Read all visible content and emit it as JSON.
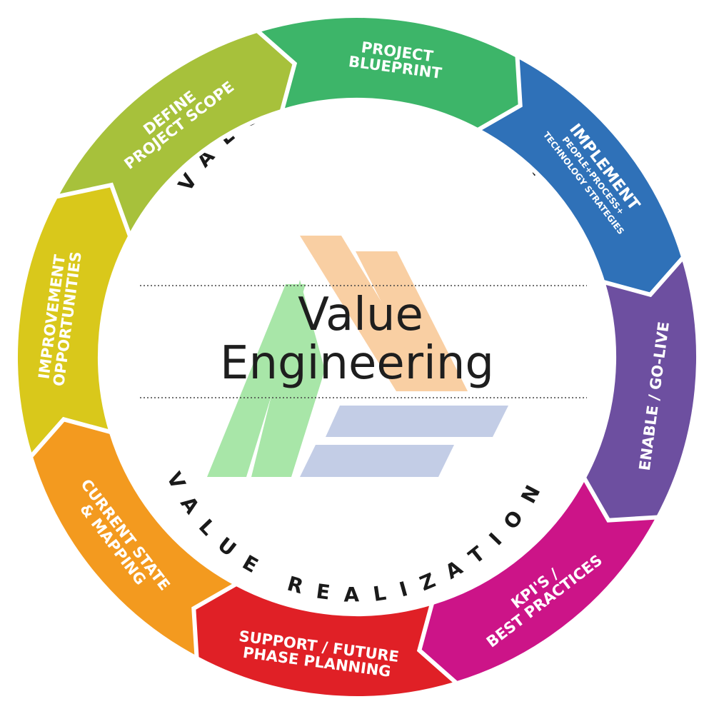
{
  "diagram": {
    "center": {
      "line1": "Value",
      "line2": "Engineering"
    },
    "ring_top_text": "VALUE DISCOVERY",
    "ring_bottom_text": "VALUE REALIZATION",
    "segments": [
      {
        "id": "define-project-scope",
        "lines": [
          "DEFINE",
          "PROJECT SCOPE"
        ],
        "color": "#a7c13b"
      },
      {
        "id": "project-blueprint",
        "lines": [
          "PROJECT",
          "BLUEPRINT"
        ],
        "color": "#3db569"
      },
      {
        "id": "implement",
        "lines": [
          "IMPLEMENT",
          "PEOPLE+PROCESS+",
          "TECHNOLOGY STRATEGIES"
        ],
        "color": "#2f71b8"
      },
      {
        "id": "enable-go-live",
        "lines": [
          "ENABLE / GO-LIVE"
        ],
        "color": "#6d4fa0"
      },
      {
        "id": "kpis-best-practices",
        "lines": [
          "KPI'S /",
          "BEST PRACTICES"
        ],
        "color": "#cc1488"
      },
      {
        "id": "support-future-phase-planning",
        "lines": [
          "SUPPORT / FUTURE",
          "PHASE PLANNING"
        ],
        "color": "#e02026"
      },
      {
        "id": "current-state-mapping",
        "lines": [
          "CURRENT STATE",
          "& MAPPING"
        ],
        "color": "#f39a1f"
      },
      {
        "id": "improvement-opportunities",
        "lines": [
          "IMPROVEMENT",
          "OPPORTUNITIES"
        ],
        "color": "#d9c81b"
      }
    ],
    "logo_colors": {
      "green": "#a8e6a8",
      "orange": "#f9cfa3",
      "blue": "#c3cde6"
    }
  }
}
